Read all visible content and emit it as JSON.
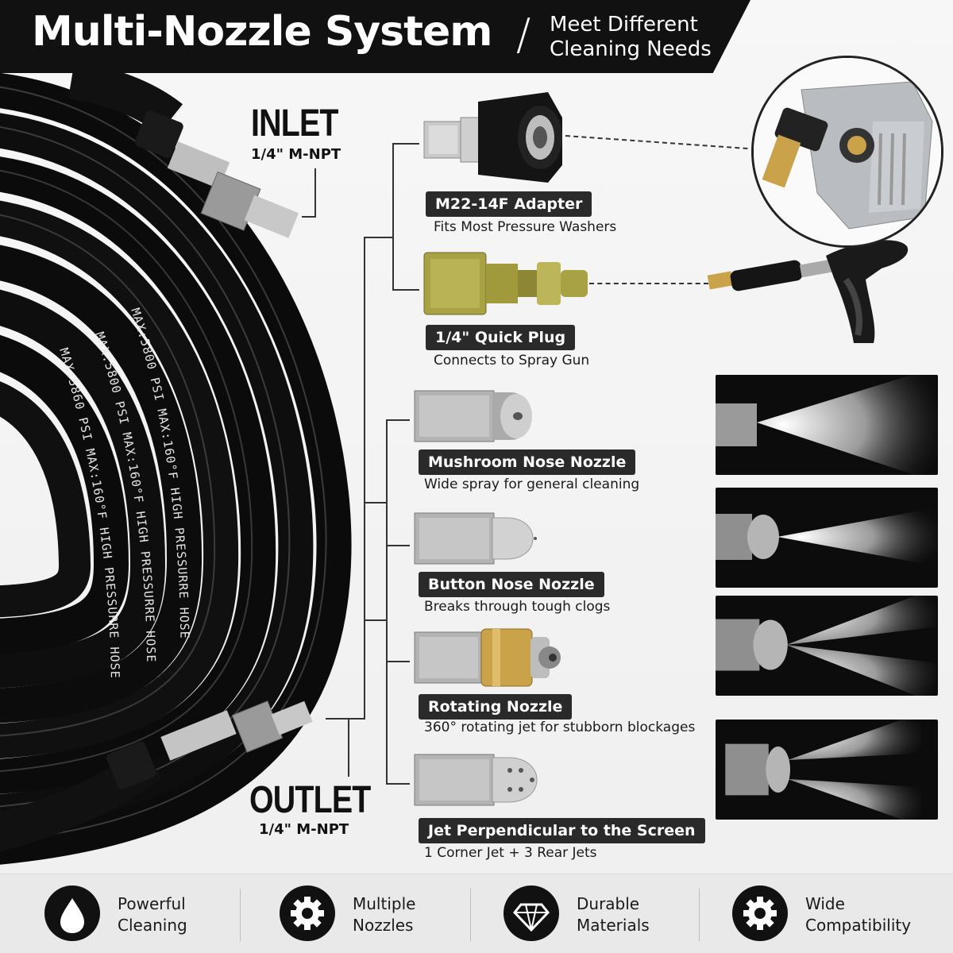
{
  "header": {
    "title": "Multi-Nozzle System",
    "subtitle_line1": "Meet Different",
    "subtitle_line2": "Cleaning Needs"
  },
  "hose": {
    "print_1": "MAX:5800 PSI MAX:160°F HIGH PRESSURRE HOSE",
    "print_2": "MAX:5800 PSI MAX:160°F HIGH PRESSURRE HOSE",
    "print_3": "MAX:5860 PSI MAX:160°F HIGH PRESSURRE HOSE"
  },
  "inlet": {
    "title": "INLET",
    "spec": "1/4\" M-NPT"
  },
  "outlet": {
    "title": "OUTLET",
    "spec": "1/4\" M-NPT"
  },
  "parts": [
    {
      "label": "M22-14F Adapter",
      "desc": "Fits Most Pressure Washers"
    },
    {
      "label": "1/4\" Quick Plug",
      "desc": "Connects to Spray Gun"
    },
    {
      "label": "Mushroom Nose Nozzle",
      "desc": "Wide spray for general cleaning"
    },
    {
      "label": "Button Nose Nozzle",
      "desc": "Breaks through tough clogs"
    },
    {
      "label": "Rotating Nozzle",
      "desc": "360° rotating jet for stubborn blockages"
    },
    {
      "label": "Jet Perpendicular to the Screen",
      "desc": "1 Corner Jet + 3 Rear Jets"
    }
  ],
  "features": [
    {
      "icon": "water-drop-icon",
      "line1": "Powerful",
      "line2": "Cleaning"
    },
    {
      "icon": "gear-icon",
      "line1": "Multiple",
      "line2": "Nozzles"
    },
    {
      "icon": "diamond-icon",
      "line1": "Durable",
      "line2": "Materials"
    },
    {
      "icon": "gear-icon",
      "line1": "Wide",
      "line2": "Compatibility"
    }
  ],
  "colors": {
    "header_bg": "#111111",
    "pill_bg": "#2a2a2a",
    "brass": "#c9a24a"
  }
}
